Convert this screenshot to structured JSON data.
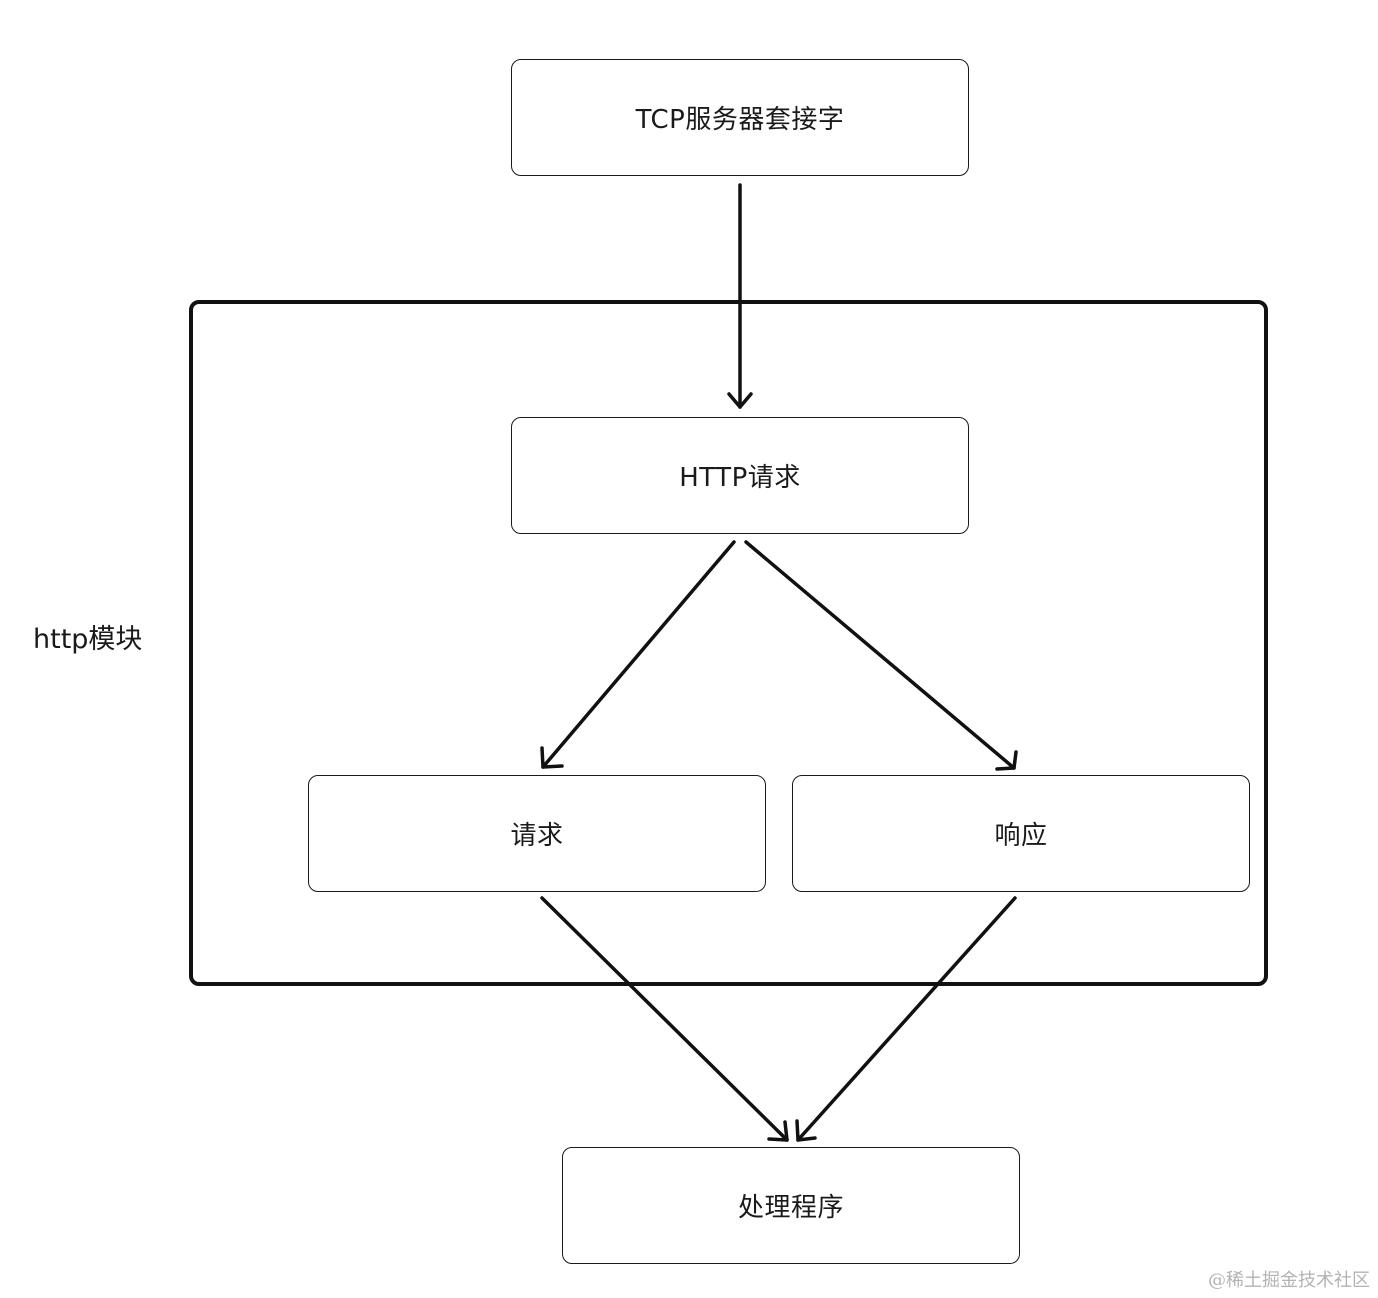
{
  "nodes": {
    "tcp_socket": "TCP服务器套接字",
    "http_request": "HTTP请求",
    "request": "请求",
    "response": "响应",
    "handler": "处理程序"
  },
  "module": {
    "label": "http模块"
  },
  "edges": [
    {
      "from": "tcp_socket",
      "to": "http_request"
    },
    {
      "from": "http_request",
      "to": "request"
    },
    {
      "from": "http_request",
      "to": "response"
    },
    {
      "from": "request",
      "to": "handler"
    },
    {
      "from": "response",
      "to": "handler"
    }
  ],
  "watermark": "@稀土掘金技术社区"
}
